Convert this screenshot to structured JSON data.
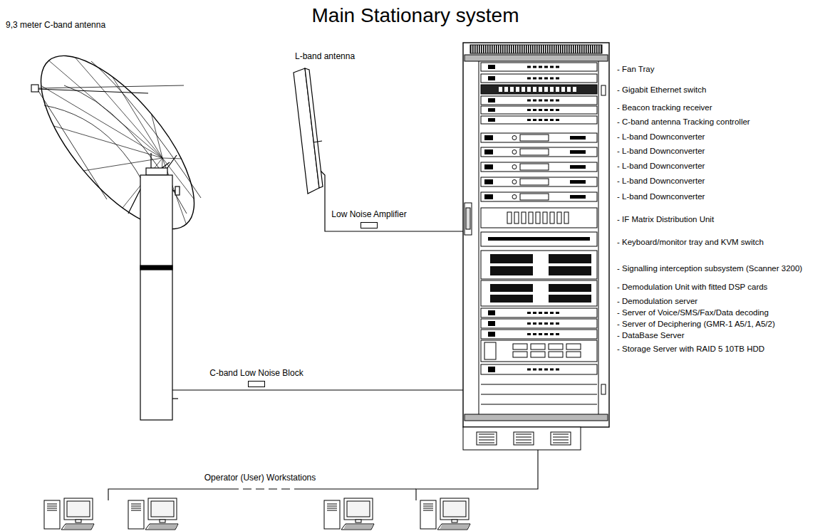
{
  "diagram": {
    "title": "Main Stationary system",
    "nodes": [
      {
        "text": [
          "Low Noise Amplifier"
        ]
      },
      {
        "text": [
          "C-band Low Noise Block"
        ]
      }
    ],
    "labels": [
      "9,3 meter C-band antenna",
      "L-band antenna",
      "Operator (User) Workstations",
      "- Fan Tray",
      "- Gigabit Ethernet switch",
      "- Beacon tracking receiver",
      "- C-band antenna Tracking controller",
      "- L-band Downconverter",
      "- L-band Downconverter",
      "- L-band Downconverter",
      "- L-band Downconverter",
      "- L-band Downconverter",
      "- IF Matrix Distribution Unit",
      "- Keyboard/monitor tray and KVM switch",
      "- Signalling interception subsystem (Scanner 3200)",
      "- Demodulation Unit with fitted DSP cards",
      "- Demodulation server",
      "- Server of Voice/SMS/Fax/Data decoding",
      "- Server of Deciphering (GMR-1 A5/1, A5/2)",
      "- DataBase Server",
      "- Storage Server with RAID 5 10TB HDD"
    ]
  }
}
